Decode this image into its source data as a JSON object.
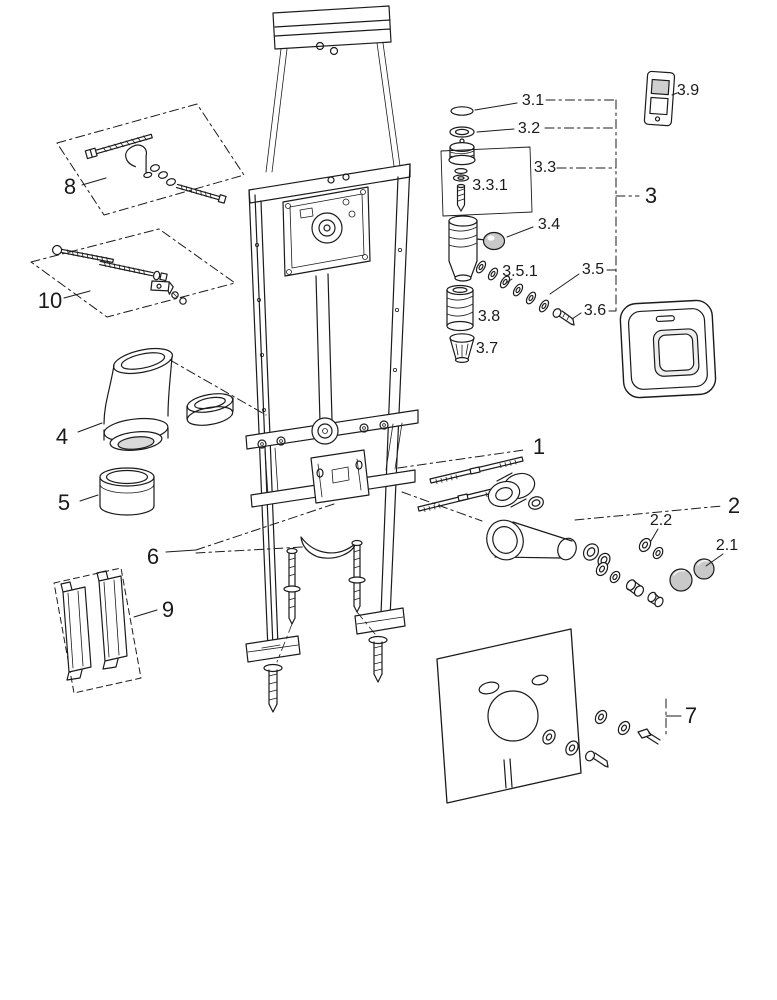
{
  "diagram": {
    "kind": "exploded-parts-diagram",
    "description": "Exploded parts view of a wall-mounted concealed cistern installation frame",
    "background_color": "#ffffff",
    "line_color": "#1b1b1b",
    "shade_color": "#c9c9c9"
  },
  "labels": [
    {
      "id": "8",
      "text": "8"
    },
    {
      "id": "10",
      "text": "10"
    },
    {
      "id": "4",
      "text": "4"
    },
    {
      "id": "5",
      "text": "5"
    },
    {
      "id": "6",
      "text": "6"
    },
    {
      "id": "9",
      "text": "9"
    },
    {
      "id": "3.1",
      "text": "3.1"
    },
    {
      "id": "3.2",
      "text": "3.2"
    },
    {
      "id": "3.3",
      "text": "3.3"
    },
    {
      "id": "3.3.1",
      "text": "3.3.1"
    },
    {
      "id": "3.4",
      "text": "3.4"
    },
    {
      "id": "3.5.1",
      "text": "3.5.1"
    },
    {
      "id": "3.5",
      "text": "3.5"
    },
    {
      "id": "3.6",
      "text": "3.6"
    },
    {
      "id": "3.8",
      "text": "3.8"
    },
    {
      "id": "3.7",
      "text": "3.7"
    },
    {
      "id": "3.9",
      "text": "3.9"
    },
    {
      "id": "3",
      "text": "3"
    },
    {
      "id": "1",
      "text": "1"
    },
    {
      "id": "2",
      "text": "2"
    },
    {
      "id": "2.2",
      "text": "2.2"
    },
    {
      "id": "2.1",
      "text": "2.1"
    },
    {
      "id": "7",
      "text": "7"
    }
  ]
}
